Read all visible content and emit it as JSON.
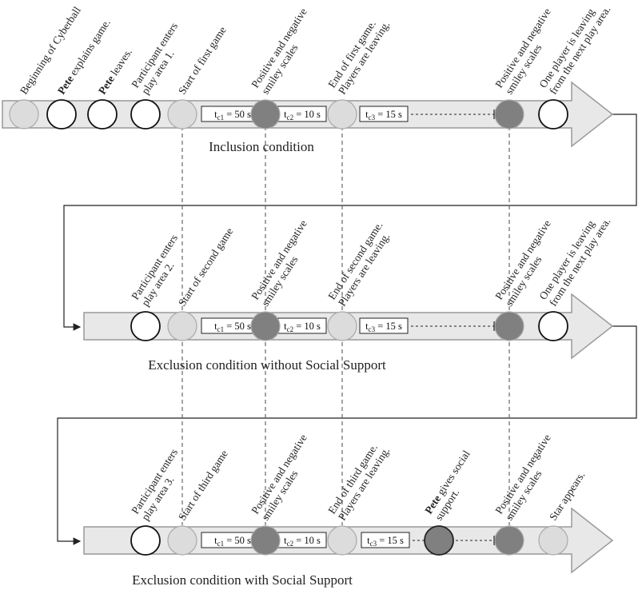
{
  "colors": {
    "arrow_fill": "#e8e8e8",
    "arrow_stroke": "#999999",
    "circle_white": "#ffffff",
    "circle_light": "#dcdcdc",
    "circle_dark": "#808080"
  },
  "rows": [
    {
      "condition": "Inclusion condition",
      "events": [
        {
          "lines": [
            "Beginning of Cyberball"
          ],
          "circle": "light",
          "dashed": false
        },
        {
          "lines": [
            "Pete explains game."
          ],
          "bold_word": "Pete",
          "circle": "white",
          "dashed": false
        },
        {
          "lines": [
            "Pete leaves."
          ],
          "bold_word": "Pete",
          "circle": "white",
          "dashed": false
        },
        {
          "lines": [
            "Participant enters",
            "play area 1."
          ],
          "circle": "white",
          "dashed": false
        },
        {
          "lines": [
            "Start of first game"
          ],
          "circle": "light",
          "dashed": true
        },
        {
          "lines": [
            "Positive and negative",
            "smiley scales"
          ],
          "circle": "dark",
          "dashed": true
        },
        {
          "lines": [
            "End of first game.",
            "Players are leaving."
          ],
          "circle": "light",
          "dashed": true
        },
        {
          "lines": [
            "Positive and negative",
            "smiley scales"
          ],
          "circle": "dark",
          "dashed": true
        },
        {
          "lines": [
            "One player is leaving",
            "from the next play area."
          ],
          "circle": "white",
          "dashed": false
        }
      ],
      "durations": [
        {
          "base": "t",
          "sub": "c1",
          "value": " = 50 s"
        },
        {
          "base": "t",
          "sub": "c2",
          "value": " = 10 s"
        },
        {
          "base": "t",
          "sub": "c3",
          "value": " = 15 s"
        }
      ]
    },
    {
      "condition": "Exclusion condition without Social Support",
      "events": [
        {
          "lines": [
            "Participant enters",
            "play area 2."
          ],
          "circle": "white",
          "dashed": false
        },
        {
          "lines": [
            "Start of second game"
          ],
          "circle": "light",
          "dashed": true
        },
        {
          "lines": [
            "Positive and negative",
            "smiley scales"
          ],
          "circle": "dark",
          "dashed": true
        },
        {
          "lines": [
            "End of second game.",
            "Players are leaving."
          ],
          "circle": "light",
          "dashed": true
        },
        {
          "lines": [
            "Positive and negative",
            "smiley scales"
          ],
          "circle": "dark",
          "dashed": true
        },
        {
          "lines": [
            "One player is leaving",
            "from the next play area."
          ],
          "circle": "white",
          "dashed": false
        }
      ],
      "durations": [
        {
          "base": "t",
          "sub": "c1",
          "value": " = 50 s"
        },
        {
          "base": "t",
          "sub": "c2",
          "value": " = 10 s"
        },
        {
          "base": "t",
          "sub": "c3",
          "value": " = 15 s"
        }
      ]
    },
    {
      "condition": "Exclusion condition with Social Support",
      "events": [
        {
          "lines": [
            "Participant enters",
            "play area 3."
          ],
          "circle": "white",
          "dashed": false
        },
        {
          "lines": [
            "Start of third game"
          ],
          "circle": "light",
          "dashed": false
        },
        {
          "lines": [
            "Positive and negative",
            "smiley scales"
          ],
          "circle": "dark",
          "dashed": false
        },
        {
          "lines": [
            "End of third game.",
            "Players are leaving."
          ],
          "circle": "light",
          "dashed": false
        },
        {
          "lines": [
            "Pete gives social",
            "support."
          ],
          "bold_word": "Pete",
          "circle": "dark",
          "dashed": false
        },
        {
          "lines": [
            "Positive and negative",
            "smiley scales"
          ],
          "circle": "dark",
          "dashed": false
        },
        {
          "lines": [
            "Star appears."
          ],
          "circle": "light",
          "dashed": false
        }
      ],
      "durations": [
        {
          "base": "t",
          "sub": "c1",
          "value": " = 50 s"
        },
        {
          "base": "t",
          "sub": "c2",
          "value": " = 10 s"
        },
        {
          "base": "t",
          "sub": "c3",
          "value": " = 15 s"
        }
      ]
    }
  ]
}
